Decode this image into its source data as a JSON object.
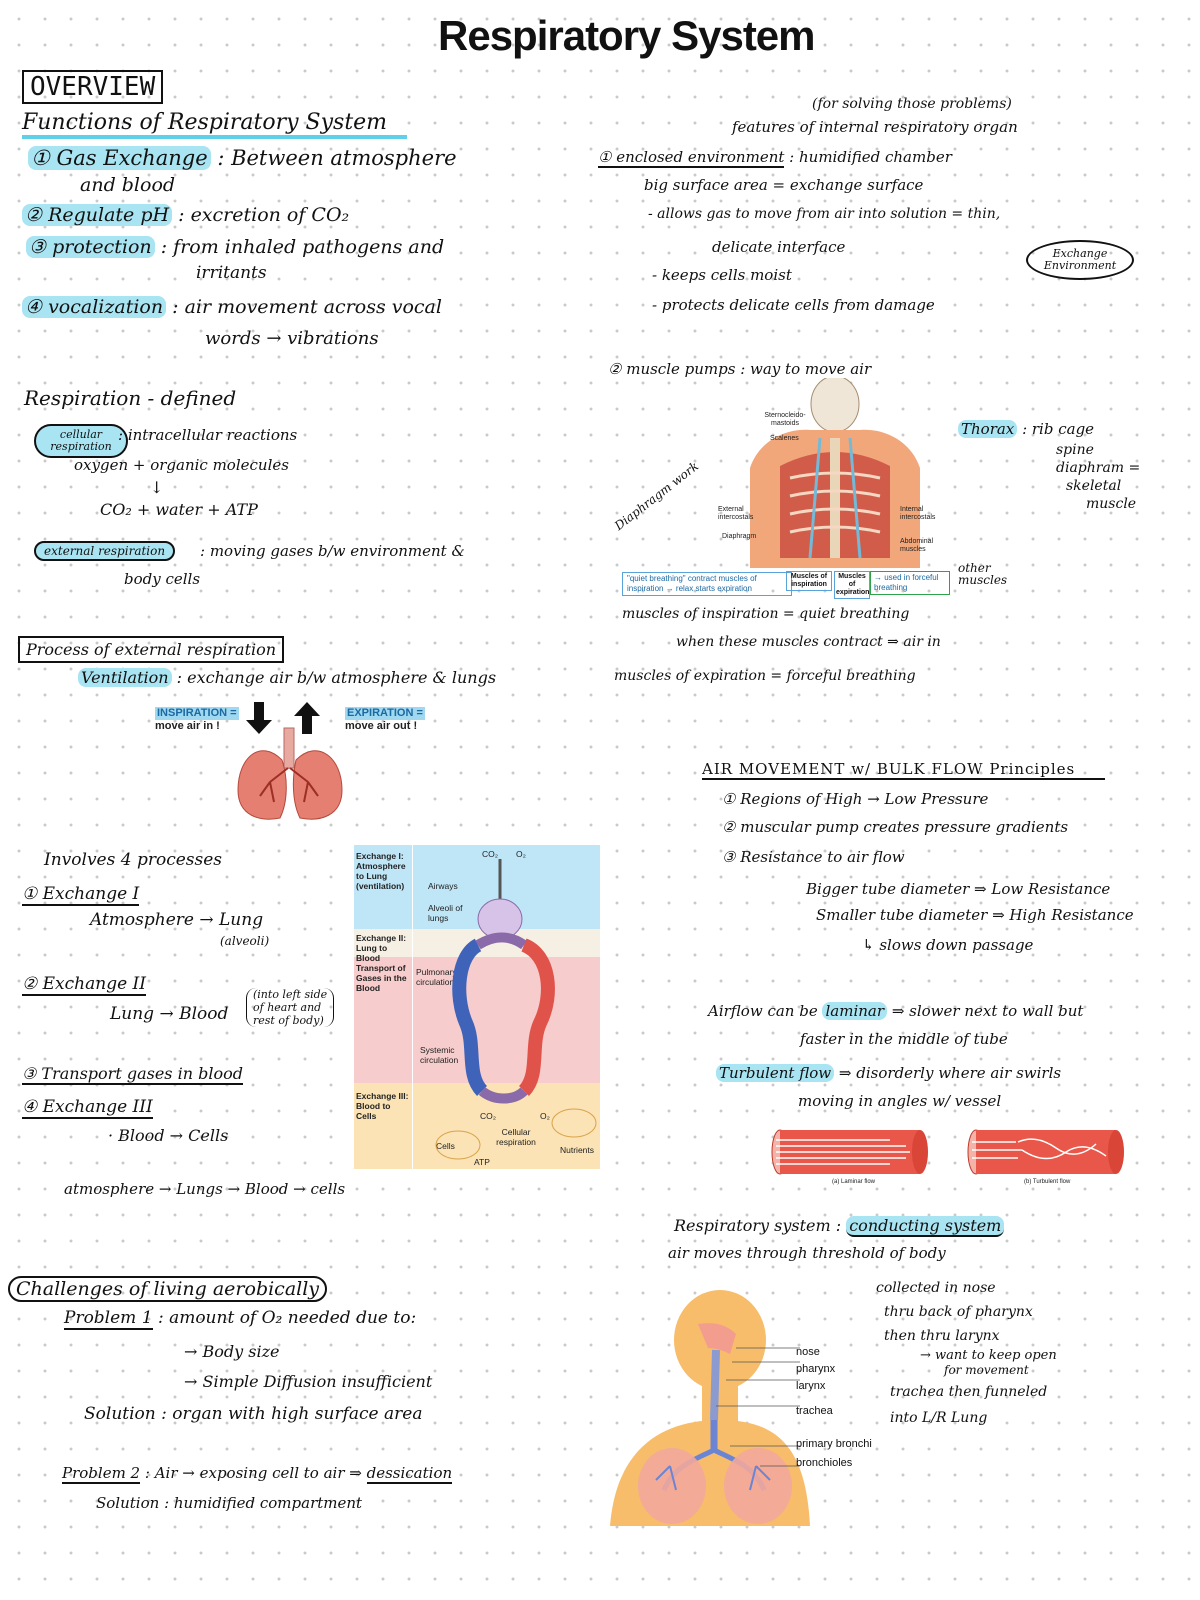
{
  "title": "Respiratory System",
  "overview": {
    "header": "OVERVIEW",
    "functions_title": "Functions of Respiratory System",
    "f1_label": "① Gas Exchange",
    "f1_text": ": Between atmosphere",
    "f1_cont": "and blood",
    "f2_label": "② Regulate pH",
    "f2_text": ": excretion of CO₂",
    "f3_label": "③ protection",
    "f3_text": ": from inhaled pathogens and",
    "f3_cont": "irritants",
    "f4_label": "④ vocalization",
    "f4_text": ": air movement across vocal",
    "f4_cont": "words → vibrations"
  },
  "respiration": {
    "title": "Respiration - defined",
    "cellular_label": "cellular respiration",
    "cellular_text": ": intracellular reactions",
    "eq1": "oxygen + organic molecules",
    "arrow": "↓",
    "eq2": "CO₂ + water + ATP",
    "external_label": "external respiration",
    "external_text": ": moving gases b/w environment &",
    "external_cont": "body cells"
  },
  "process": {
    "title": "Process of external respiration",
    "vent_label": "Ventilation",
    "vent_text": ": exchange air b/w atmosphere & lungs",
    "insp_label": "INSPIRATION =",
    "insp_sub": "move air in !",
    "exp_label": "EXPIRATION =",
    "exp_sub": "move air out !"
  },
  "processes": {
    "title": "Involves 4 processes",
    "p1": "① Exchange I",
    "p1_sub": "Atmosphere → Lung",
    "p1_note": "(alveoli)",
    "p2": "② Exchange II",
    "p2_sub": "Lung → Blood",
    "p2_note1": "(into left side",
    "p2_note2": "of heart and",
    "p2_note3": "rest of body)",
    "p3": "③ Transport gases in blood",
    "p4": "④ Exchange III",
    "p4_sub": "· Blood → Cells",
    "chain": "atmosphere → Lungs → Blood → cells"
  },
  "diagram": {
    "ex1": "Exchange I: Atmosphere to Lung (ventilation)",
    "ex2": "Exchange II: Lung to Blood",
    "transport": "Transport of Gases in the Blood",
    "ex3": "Exchange III: Blood to Cells",
    "airways": "Airways",
    "alveoli": "Alveoli of lungs",
    "pulmonary": "Pulmonary circulation",
    "systemic": "Systemic circulation",
    "cells": "Cells",
    "cellular_resp": "Cellular respiration",
    "nutrients": "Nutrients",
    "atp": "ATP",
    "co2": "CO₂",
    "o2": "O₂"
  },
  "challenges": {
    "title": "Challenges of living aerobically",
    "prob1": "Problem 1",
    "prob1_text": ": amount of O₂ needed due to:",
    "prob1_a": "→ Body size",
    "prob1_b": "→ Simple Diffusion insufficient",
    "sol1_label": "Solution",
    "sol1_text": ": organ with high surface area",
    "prob2": "Problem 2",
    "prob2_text": ": Air → exposing cell to air ⇒",
    "prob2_end": "dessication",
    "sol2_label": "Solution",
    "sol2_text": ": humidified compartment"
  },
  "features": {
    "intro1": "(for solving those problems)",
    "intro2": "features of internal respiratory organ",
    "i1_label": "① enclosed environment",
    "i1_text": ": humidified chamber",
    "i1_a": "big surface area = exchange surface",
    "i1_b": "- allows gas to move from air into solution = thin,",
    "i1_b2": "delicate interface",
    "i1_c": "- keeps cells moist",
    "i1_d": "- protects delicate cells from damage",
    "bubble": "Exchange Environment"
  },
  "muscles": {
    "title": "② muscle pumps : way to move air",
    "thorax_label": "Thorax",
    "thorax_1": ": rib cage",
    "thorax_2": "spine",
    "thorax_3": "diaphram =",
    "thorax_4": "skeletal",
    "thorax_5": "muscle",
    "sterno": "Sternocleido-mastoids",
    "scalenes": "Scalenes",
    "ext_int": "External intercostals",
    "diaphragm": "Diaphragm",
    "int_int": "Internal intercostals",
    "abdominal": "Abdominal muscles",
    "diaphragm_note": "Diaphragm work",
    "quiet_note": "\"quiet breathing\" contract muscles of inspiration → relax starts expiration",
    "insp_box": "Muscles of inspiration",
    "exp_box": "Muscles of expiration",
    "forceful": "→ used in forceful breathing",
    "other": "other muscles",
    "n1": "muscles of inspiration = quiet breathing",
    "n2": "when these muscles contract ⇒ air in",
    "n3": "muscles of expiration = forceful breathing"
  },
  "airflow": {
    "title": "AIR MOVEMENT w/ BULK FLOW Principles",
    "a1": "① Regions of High → Low Pressure",
    "a2": "② muscular pump creates pressure gradients",
    "a3": "③ Resistance to air flow",
    "a3_1": "Bigger tube diameter ⇒ Low Resistance",
    "a3_2": "Smaller tube diameter ⇒ High Resistance",
    "a3_3": "↳ slows down passage",
    "lam1": "Airflow can be",
    "lam_label": "laminar",
    "lam2": "⇒ slower next to wall but",
    "lam3": "faster in the middle of tube",
    "turb_label": "Turbulent flow",
    "turb1": "⇒ disorderly where air swirls",
    "turb2": "moving in angles w/ vessel",
    "lam_caption": "(a) Laminar flow",
    "turb_caption": "(b) Turbulent flow"
  },
  "conducting": {
    "title1": "Respiratory system :",
    "title_label": "conducting system",
    "t2": "air moves through threshold of body",
    "c1": "collected in nose",
    "c2": "thru back of pharynx",
    "c3": "then thru larynx",
    "c4": "→ want to keep open",
    "c5": "for movement",
    "c6": "trachea then funneled",
    "c7": "into L/R Lung",
    "nose": "nose",
    "pharynx": "pharynx",
    "larynx": "larynx",
    "trachea": "trachea",
    "bronchi": "primary bronchi",
    "bronchioles": "bronchioles"
  }
}
